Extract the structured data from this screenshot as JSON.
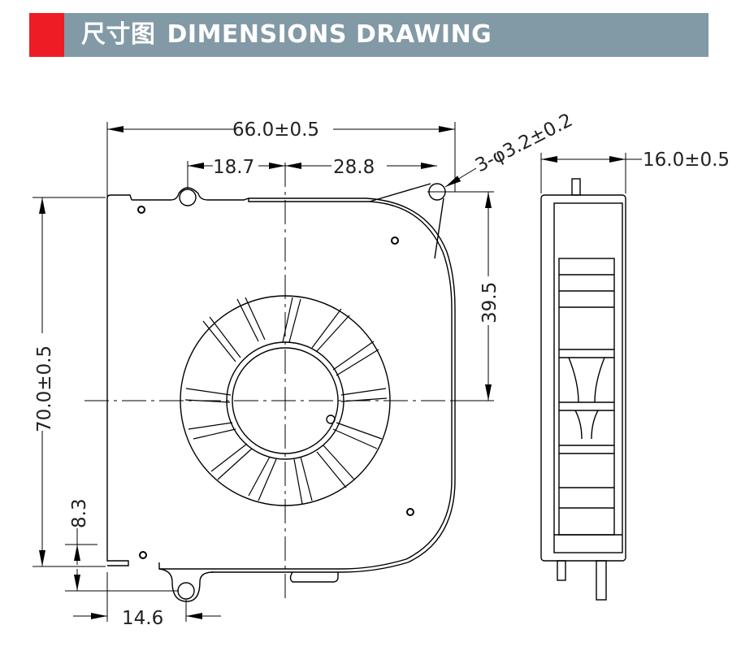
{
  "header": {
    "title_cn": "尺寸图",
    "title_en": "DIMENSIONS DRAWING",
    "accent_color": "#ee1c25",
    "banner_color": "#8299a6"
  },
  "drawing": {
    "front_view": {
      "overall_width": "66.0±0.5",
      "overall_height": "70.0±0.5",
      "hole_offset_left": "18.7",
      "hole_offset_right": "28.8",
      "mounting_holes": "3-φ3.2±0.2",
      "right_hole_height": "39.5",
      "bottom_hole_offset_vertical": "8.3",
      "bottom_hole_offset_horizontal": "14.6"
    },
    "side_view": {
      "thickness": "16.0±0.5"
    }
  }
}
